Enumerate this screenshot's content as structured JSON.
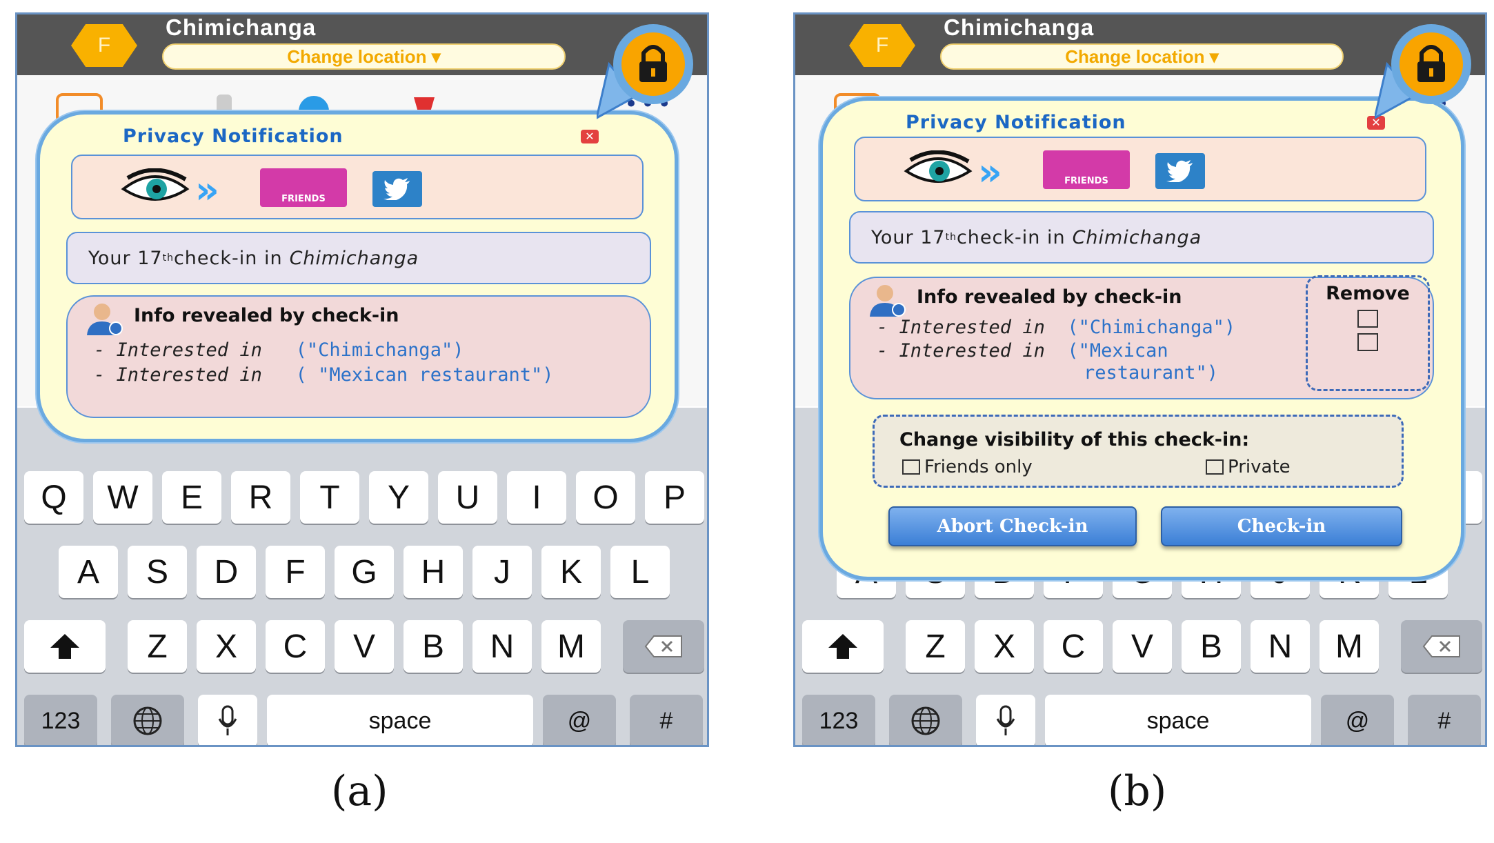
{
  "header": {
    "logo_letter": "F",
    "title": "Chimichanga",
    "change_location": "Change location ▾"
  },
  "notification": {
    "title": "Privacy Notification",
    "friends_label": "FRIENDS",
    "checkin_prefix": "Your 17",
    "checkin_sup": "th",
    "checkin_mid": " check-in in ",
    "checkin_place": "Chimichanga",
    "info_title": "Info revealed by check-in",
    "interest_prefix": "- Interested in",
    "interest_1": "(\"Chimichanga\")",
    "interest_2": "( \"Mexican  restaurant\")",
    "interest_2b_a": "(\"Mexican",
    "interest_2b_b": "restaurant\")",
    "remove_label": "Remove",
    "visibility_title": "Change visibility  of this check-in:",
    "friends_only": "Friends only",
    "private": "Private",
    "abort_button": "Abort Check-in",
    "checkin_button": "Check-in"
  },
  "keyboard": {
    "row1": [
      "Q",
      "W",
      "E",
      "R",
      "T",
      "Y",
      "U",
      "I",
      "O",
      "P"
    ],
    "row2": [
      "A",
      "S",
      "D",
      "F",
      "G",
      "H",
      "J",
      "K",
      "L"
    ],
    "row3": [
      "Z",
      "X",
      "C",
      "V",
      "B",
      "N",
      "M"
    ],
    "num_key": "123",
    "space_key": "space",
    "at_key": "@",
    "hash_key": "#"
  },
  "captions": {
    "a": "(a)",
    "b": "(b)"
  },
  "colors": {
    "accent_blue": "#3b7fd6",
    "header_gray": "#555555",
    "bubble_yellow": "#fefdd5",
    "logo_orange": "#f9b100"
  }
}
